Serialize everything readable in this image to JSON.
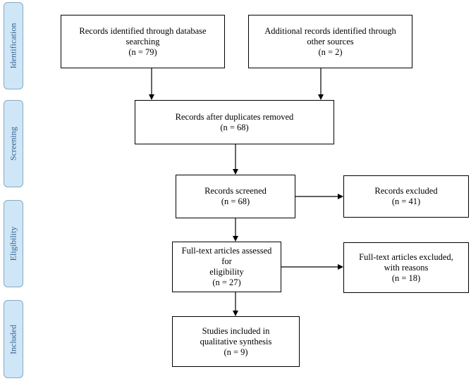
{
  "phases": {
    "identification": "Identification",
    "screening": "Screening",
    "eligibility": "Eligibility",
    "included": "Included"
  },
  "boxes": {
    "database_search": {
      "line1": "Records identified through database",
      "line2": "searching",
      "line3": "(n =  79)"
    },
    "other_sources": {
      "line1": "Additional records identified through",
      "line2": "other sources",
      "line3": "(n =  2)"
    },
    "duplicates_removed": {
      "line1": "Records after duplicates removed",
      "line2": "(n =  68)"
    },
    "screened": {
      "line1": "Records screened",
      "line2": "(n = 68)"
    },
    "excluded": {
      "line1": "Records excluded",
      "line2": "(n = 41)"
    },
    "fulltext_assessed": {
      "line1": "Full-text articles assessed for",
      "line2": "eligibility",
      "line3": "(n = 27)"
    },
    "fulltext_excluded": {
      "line1": "Full-text articles excluded,",
      "line2": "with reasons",
      "line3": "(n = 18)"
    },
    "included": {
      "line1": "Studies included in",
      "line2": "qualitative synthesis",
      "line3": "(n =  9)"
    }
  }
}
